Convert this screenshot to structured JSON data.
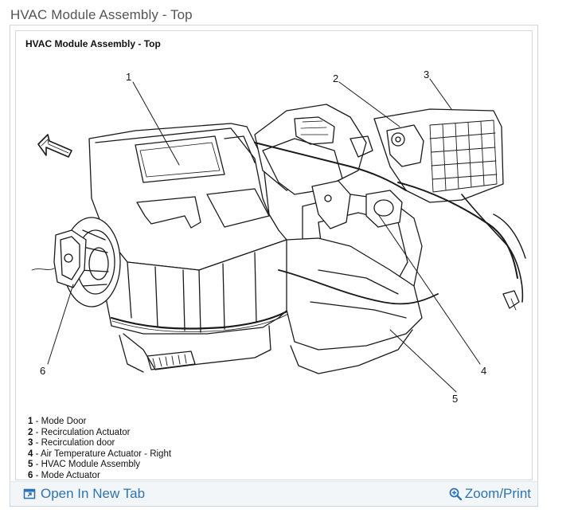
{
  "page": {
    "title": "HVAC Module Assembly - Top"
  },
  "figure": {
    "title": "HVAC Module Assembly - Top",
    "callouts": [
      {
        "num": "1"
      },
      {
        "num": "2"
      },
      {
        "num": "3"
      },
      {
        "num": "4"
      },
      {
        "num": "5"
      },
      {
        "num": "6"
      }
    ]
  },
  "legend": [
    {
      "num": "1",
      "text": " - Mode Door"
    },
    {
      "num": "2",
      "text": " - Recirculation Actuator"
    },
    {
      "num": "3",
      "text": " - Recirculation door"
    },
    {
      "num": "4",
      "text": " - Air Temperature Actuator - Right"
    },
    {
      "num": "5",
      "text": " - HVAC Module Assembly"
    },
    {
      "num": "6",
      "text": " - Mode Actuator"
    }
  ],
  "footer": {
    "open_tab_label": "Open In New Tab",
    "zoom_print_label": "Zoom/Print",
    "open_tab_icon": "open-new-tab-icon",
    "zoom_icon": "magnifier-plus-icon",
    "link_color": "#2d73b3"
  }
}
